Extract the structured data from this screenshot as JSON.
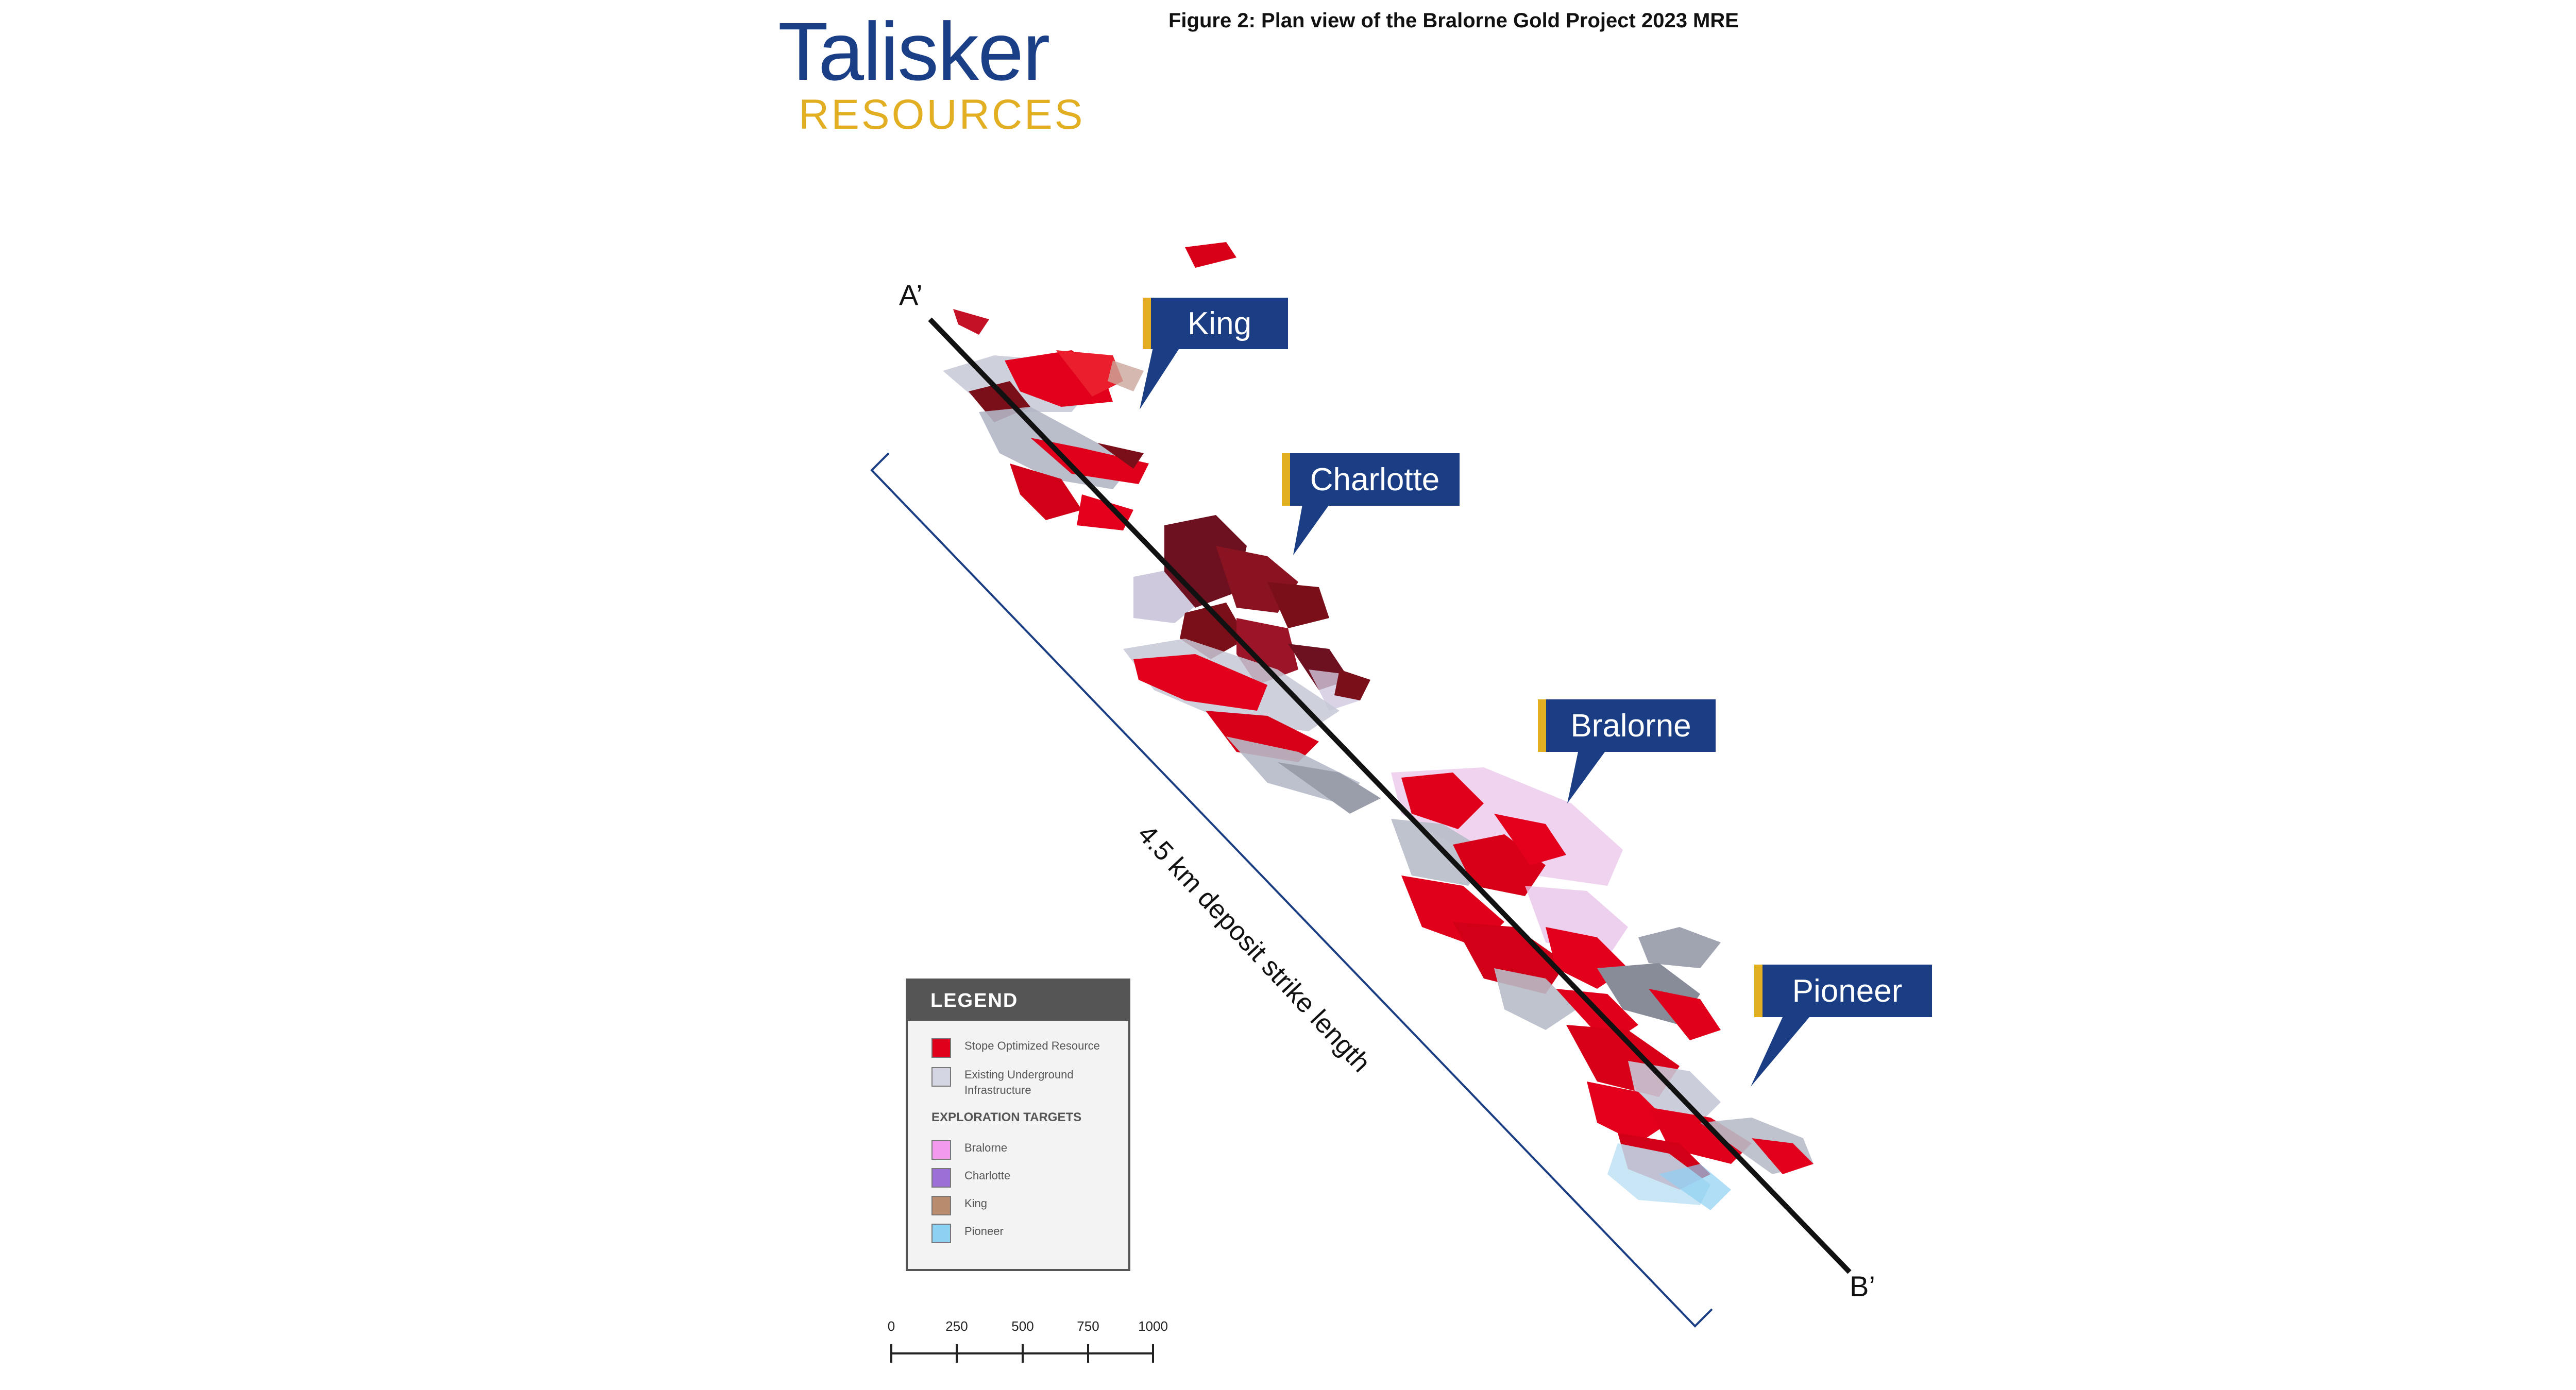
{
  "header": {
    "logo_line1": "Talisker",
    "logo_line2": "RESOURCES",
    "figure_title": "Figure 2: Plan view of the Bralorne Gold Project 2023 MRE"
  },
  "section_line": {
    "start_label": "A’",
    "end_label": "B’"
  },
  "strike_length_label": "4.5 km deposit strike length",
  "deposits": [
    {
      "name": "King"
    },
    {
      "name": "Charlotte"
    },
    {
      "name": "Bralorne"
    },
    {
      "name": "Pioneer"
    }
  ],
  "legend": {
    "title": "LEGEND",
    "items": [
      {
        "label": "Stope Optimized Resource",
        "color": "#e0001b"
      },
      {
        "label": "Existing Underground Infrastructure",
        "color": "#d4d6e4"
      }
    ],
    "exploration_heading": "EXPLORATION TARGETS",
    "exploration_items": [
      {
        "label": "Bralorne",
        "color": "#f29bee"
      },
      {
        "label": "Charlotte",
        "color": "#9a6fd6"
      },
      {
        "label": "King",
        "color": "#b98b6e"
      },
      {
        "label": "Pioneer",
        "color": "#8dd0f2"
      }
    ]
  },
  "scale_bar": {
    "labels": [
      "0",
      "250",
      "500",
      "750",
      "1000"
    ]
  },
  "colors": {
    "brand_blue": "#1a3d84",
    "brand_gold": "#e2ae22",
    "resource_red": "#e0001b",
    "dark_red": "#7a0f1a",
    "infrastructure_grey": "#b8bcc8"
  }
}
